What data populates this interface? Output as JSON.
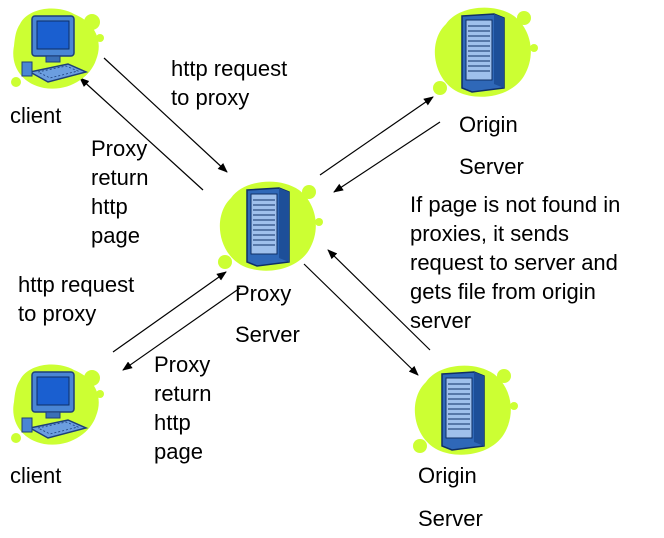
{
  "colors": {
    "blob": "#ccff33",
    "blob_dark": "#99cc00",
    "monitor_body": "#4a86d4",
    "monitor_screen": "#1a5fd0",
    "server_body": "#3a78c9",
    "arrow": "#000000"
  },
  "nodes": {
    "client_top": {
      "label": "client",
      "icon": "computer-icon"
    },
    "client_bottom": {
      "label": "client",
      "icon": "computer-icon"
    },
    "proxy": {
      "label_line1": "Proxy",
      "label_line2": "Server",
      "icon": "server-tower-icon"
    },
    "origin_top": {
      "label_line1": "Origin",
      "label_line2": "Server",
      "icon": "server-tower-icon"
    },
    "origin_bottom": {
      "label_line1": "Origin",
      "label_line2": "Server",
      "icon": "server-tower-icon"
    }
  },
  "edge_labels": {
    "top_request": "http request\nto proxy",
    "top_return": "Proxy\nreturn\nhttp\npage",
    "bottom_request": "http request\nto proxy",
    "bottom_return": "Proxy\nreturn\nhttp\npage",
    "note": "If page is not found in\nproxies, it sends\nrequest to server and\ngets file from origin\nserver"
  }
}
